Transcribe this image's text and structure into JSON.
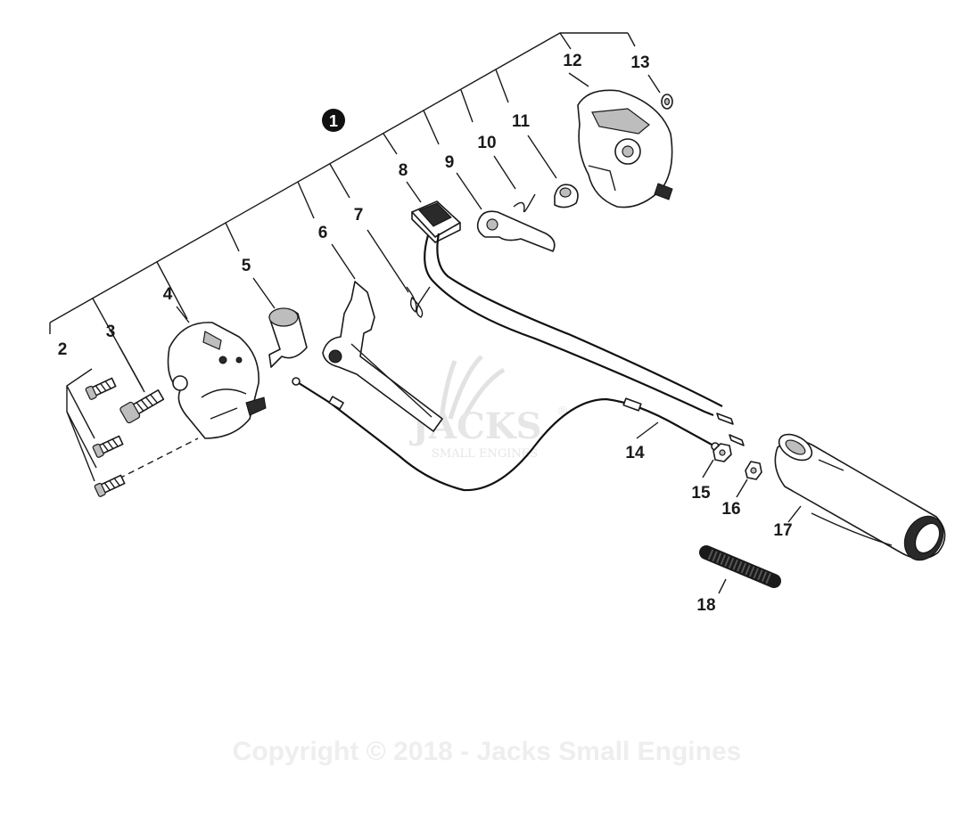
{
  "assembly_marker": "1",
  "part_labels": [
    {
      "id": "2",
      "text": "2"
    },
    {
      "id": "3",
      "text": "3"
    },
    {
      "id": "4",
      "text": "4"
    },
    {
      "id": "5",
      "text": "5"
    },
    {
      "id": "6",
      "text": "6"
    },
    {
      "id": "7",
      "text": "7"
    },
    {
      "id": "8",
      "text": "8"
    },
    {
      "id": "9",
      "text": "9"
    },
    {
      "id": "10",
      "text": "10"
    },
    {
      "id": "11",
      "text": "11"
    },
    {
      "id": "12",
      "text": "12"
    },
    {
      "id": "13",
      "text": "13"
    },
    {
      "id": "14",
      "text": "14"
    },
    {
      "id": "15",
      "text": "15"
    },
    {
      "id": "16",
      "text": "16"
    },
    {
      "id": "17",
      "text": "17"
    },
    {
      "id": "18",
      "text": "18"
    }
  ],
  "watermark": {
    "brand": "JACKS",
    "registered": "®",
    "subtitle": "SMALL ENGINES"
  },
  "copyright": "Copyright © 2018 - Jacks Small Engines"
}
